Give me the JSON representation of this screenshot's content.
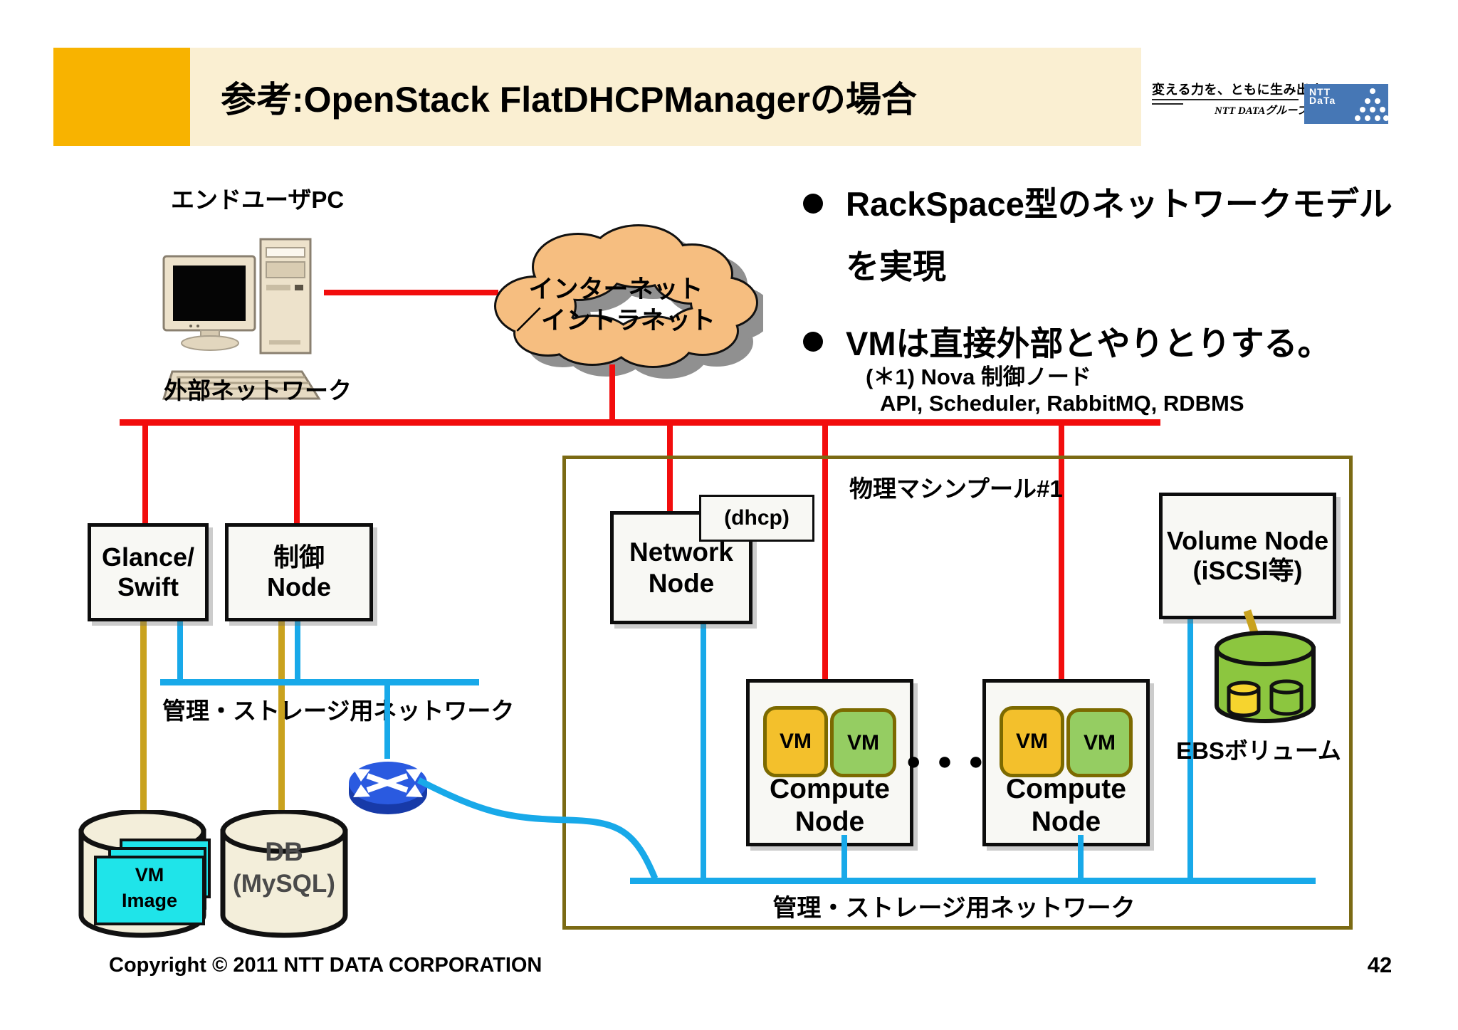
{
  "header": {
    "title": "参考:OpenStack FlatDHCPManagerの場合",
    "logo_tagline": "変える力を、ともに生み出す。",
    "logo_group": "NTT DATAグループ",
    "logo_brand_line1": "NTT",
    "logo_brand_line2": "DaTa"
  },
  "bullets": {
    "item1_line1": "RackSpace型のネットワークモデル",
    "item1_line2": "を実現",
    "item2": "VMは直接外部とやりとりする。"
  },
  "note": {
    "line1": "(＊1) Nova 制御ノード",
    "line2": "API, Scheduler, RabbitMQ, RDBMS"
  },
  "diagram": {
    "enduser_pc_label": "エンドユーザPC",
    "cloud_label_line1": "インターネット",
    "cloud_label_line2": "／イントラネット",
    "external_network_label": "外部ネットワーク",
    "glance_swift_line1": "Glance/",
    "glance_swift_line2": "Swift",
    "control_node_line1": "制御",
    "control_node_line2": "Node",
    "network_node_line1": "Network",
    "network_node_line2": "Node",
    "dhcp_label": "(dhcp)",
    "pool_label": "物理マシンプール#1",
    "volume_node_line1": "Volume Node",
    "volume_node_line2": "(iSCSI等)",
    "vm_label": "VM",
    "compute_node_line1": "Compute",
    "compute_node_line2": "Node",
    "ellipsis_dots": "● ● ●",
    "ebs_label": "EBSボリューム",
    "mgmt_network_label_left": "管理・ストレージ用ネットワーク",
    "mgmt_network_label_pool": "管理・ストレージ用ネットワーク",
    "vm_image_line1": "VM",
    "vm_image_line2": "Image",
    "db_line1": "DB",
    "db_line2": "(MySQL)"
  },
  "footer": {
    "copyright": "Copyright © 2011 NTT DATA CORPORATION",
    "page_number": "42"
  },
  "colors": {
    "line_red": "#f20d0d",
    "line_blue": "#18a9e9",
    "line_gold": "#c9a21e",
    "pool_border_olive": "#7b6a14",
    "cloud_fill": "#f6be80",
    "vm_yellow": "#f3c02c",
    "vm_green": "#95cd62",
    "title_orange": "#f8b300",
    "title_cream": "#faefd2",
    "logo_blue": "#4677b5",
    "cylinder_cream": "#f3eeda",
    "ebs_green": "#8cc63f",
    "card_cyan": "#1fe4e9",
    "router_blue": "#2a5ae0"
  }
}
